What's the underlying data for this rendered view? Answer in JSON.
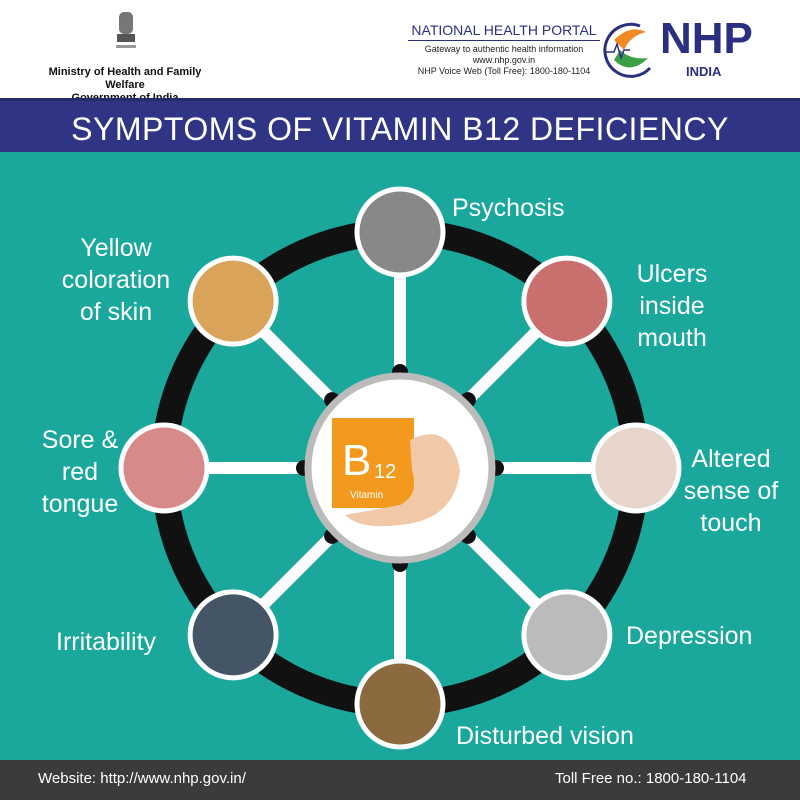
{
  "header": {
    "ministry_line1": "Ministry of Health and Family Welfare",
    "ministry_line2": "Government of India",
    "portal_title": "NATIONAL HEALTH PORTAL",
    "portal_tagline": "Gateway to authentic health information",
    "portal_url": "www.nhp.gov.in",
    "portal_voice": "NHP Voice Web (Toll Free): 1800-180-1104",
    "logo_text": "NHP",
    "logo_sub": "INDIA"
  },
  "banner": {
    "title": "SYMPTOMS OF VITAMIN B12 DEFICIENCY"
  },
  "center": {
    "letter": "B",
    "sub": "12",
    "caption": "Vitamin"
  },
  "symptoms": [
    {
      "label": "Psychosis"
    },
    {
      "label": "Ulcers inside mouth"
    },
    {
      "label": "Altered sense of touch"
    },
    {
      "label": "Depression"
    },
    {
      "label": "Disturbed vision"
    },
    {
      "label": "Irritability"
    },
    {
      "label": "Sore & red tongue"
    },
    {
      "label": "Yellow coloration of skin"
    }
  ],
  "colors": {
    "navy": "#2f3484",
    "teal": "#1ba89c",
    "footer": "#3b3b3b",
    "b12_orange": "#f39a1e"
  },
  "footer": {
    "website": "Website: http://www.nhp.gov.in/",
    "toll_free": "Toll Free no.: 1800-180-1104"
  }
}
